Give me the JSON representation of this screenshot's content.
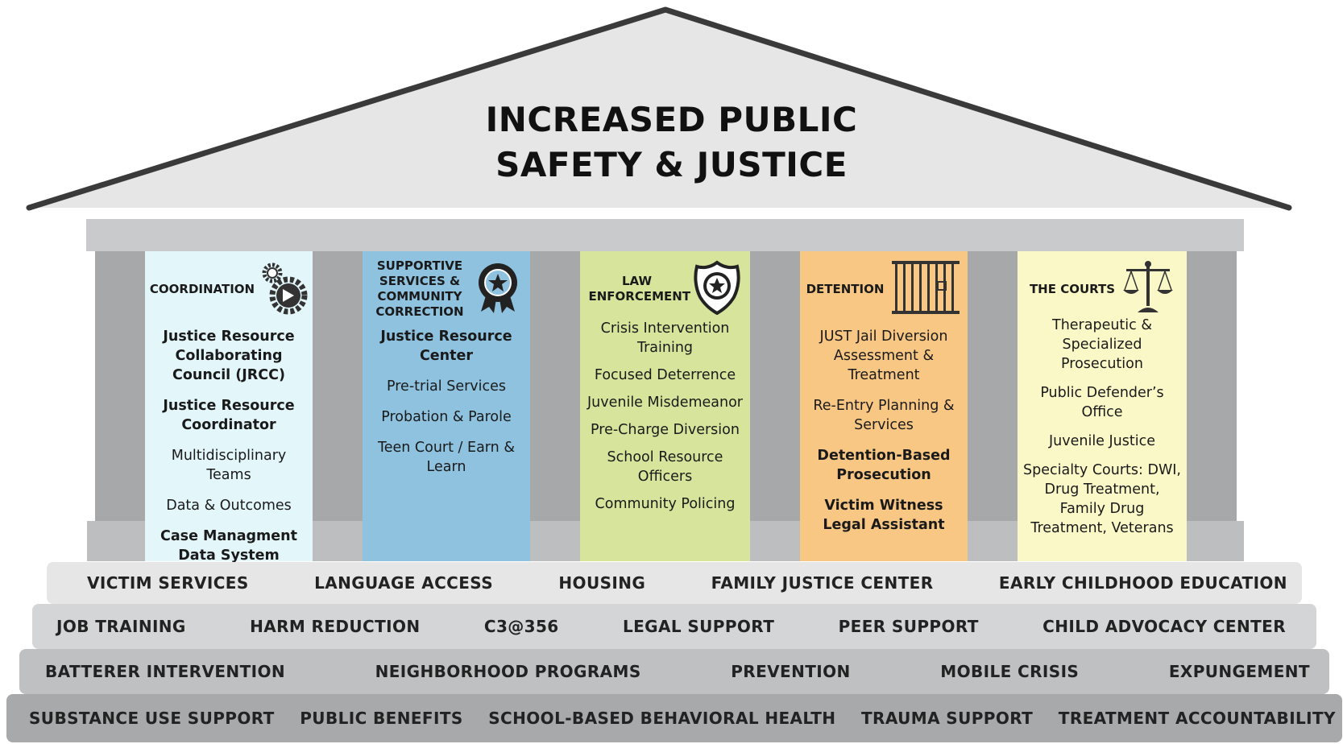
{
  "title": {
    "line1": "INCREASED PUBLIC",
    "line2": "SAFETY & JUSTICE"
  },
  "colors": {
    "roof_fill": "#e6e6e7",
    "roof_stroke": "#3a3a3a",
    "coordination": "#e3f7fb",
    "supportive": "#8ec2df",
    "law": "#d6e49c",
    "detention": "#f8c784",
    "courts": "#fbf8c8",
    "gray_column": "#a7a8aa"
  },
  "pillars": [
    {
      "label": "COORDINATION",
      "icon": "gears-icon",
      "items": [
        {
          "text": "Justice Resource Collaborating Council (JRCC)",
          "bold": true
        },
        {
          "text": "Justice Resource Coordinator",
          "bold": true
        },
        {
          "text": "Multidisciplinary Teams",
          "bold": false
        },
        {
          "text": "Data & Outcomes",
          "bold": false
        },
        {
          "text": "Case Managment Data System",
          "bold": true
        }
      ]
    },
    {
      "label": "SUPPORTIVE SERVICES & COMMUNITY CORRECTION",
      "icon": "award-ribbon-icon",
      "items": [
        {
          "text": "Justice Resource Center",
          "bold": true
        },
        {
          "text": "Pre-trial Services",
          "bold": false
        },
        {
          "text": "Probation & Parole",
          "bold": false
        },
        {
          "text": "Teen Court / Earn & Learn",
          "bold": false
        }
      ]
    },
    {
      "label": "LAW ENFORCEMENT",
      "icon": "police-badge-icon",
      "items": [
        {
          "text": "Crisis Intervention Training",
          "bold": false
        },
        {
          "text": "Focused Deterrence",
          "bold": false
        },
        {
          "text": "Juvenile Misdemeanor",
          "bold": false
        },
        {
          "text": "Pre-Charge Diversion",
          "bold": false
        },
        {
          "text": "School Resource Officers",
          "bold": false
        },
        {
          "text": "Community Policing",
          "bold": false
        }
      ]
    },
    {
      "label": "DETENTION",
      "icon": "jail-bars-icon",
      "items": [
        {
          "text": "JUST Jail Diversion Assessment & Treatment",
          "bold": false
        },
        {
          "text": "Re-Entry Planning & Services",
          "bold": false
        },
        {
          "text": "Detention-Based Prosecution",
          "bold": true
        },
        {
          "text": "Victim Witness Legal Assistant",
          "bold": true
        }
      ]
    },
    {
      "label": "THE COURTS",
      "icon": "scales-of-justice-icon",
      "items": [
        {
          "text": "Therapeutic & Specialized Prosecution",
          "bold": false
        },
        {
          "text": "Public Defender’s Office",
          "bold": false
        },
        {
          "text": "Juvenile Justice",
          "bold": false
        },
        {
          "text": "Specialty Courts: DWI, Drug Treatment, Family Drug Treatment, Veterans",
          "bold": false
        }
      ]
    }
  ],
  "steps": [
    {
      "color": "#e6e6e7",
      "items": [
        "VICTIM SERVICES",
        "LANGUAGE ACCESS",
        "HOUSING",
        "FAMILY JUSTICE CENTER",
        "EARLY CHILDHOOD EDUCATION"
      ]
    },
    {
      "color": "#d4d5d7",
      "items": [
        "JOB TRAINING",
        "HARM REDUCTION",
        "C3@356",
        "LEGAL SUPPORT",
        "PEER SUPPORT",
        "CHILD ADVOCACY CENTER"
      ]
    },
    {
      "color": "#bfc0c2",
      "items": [
        "BATTERER INTERVENTION",
        "NEIGHBORHOOD PROGRAMS",
        "PREVENTION",
        "MOBILE CRISIS",
        "EXPUNGEMENT"
      ]
    },
    {
      "color": "#a8a9ab",
      "items": [
        "SUBSTANCE USE SUPPORT",
        "PUBLIC BENEFITS",
        "SCHOOL-BASED BEHAVIORAL HEALTH",
        "TRAUMA SUPPORT",
        "TREATMENT ACCOUNTABILITY"
      ]
    }
  ]
}
